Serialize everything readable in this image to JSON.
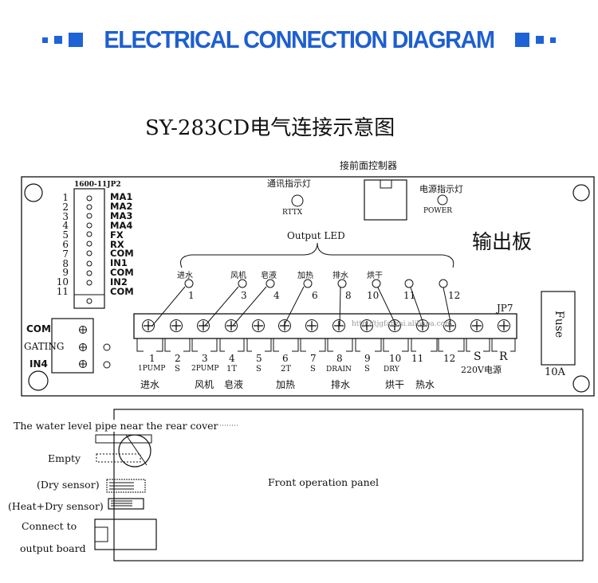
{
  "banner": {
    "title": "ELECTRICAL CONNECTION DIAGRAM",
    "accent": "#1e63d6"
  },
  "diagram_title": "SY-283CD电气连接示意图",
  "board": {
    "front_panel_label": "接前面控制器",
    "comm_led": {
      "label": "通讯指示灯",
      "code": "RTTX"
    },
    "power_led": {
      "label": "电源指示灯",
      "code": "POWER"
    },
    "output_board_label": "输出板",
    "output_led_label": "Output LED",
    "jp2_label": "1600-11JP2",
    "jp2_numbers": [
      "1",
      "2",
      "3",
      "4",
      "5",
      "6",
      "7",
      "8",
      "9",
      "10",
      "11"
    ],
    "jp2_pins": [
      "MA1",
      "MA2",
      "MA3",
      "MA4",
      "FX",
      "RX",
      "COM",
      "IN1",
      "COM",
      "IN2",
      "COM"
    ],
    "left_terminals": [
      "COM",
      "GATING",
      "IN4"
    ],
    "leds": [
      {
        "name": "进水",
        "num": "1"
      },
      {
        "name": "风机",
        "num": "3"
      },
      {
        "name": "皂液",
        "num": "4"
      },
      {
        "name": "加热",
        "num": "6"
      },
      {
        "name": "排水",
        "num": "8"
      },
      {
        "name": "烘干",
        "num": "10"
      },
      {
        "name": "",
        "num": "11"
      },
      {
        "name": "",
        "num": "12"
      }
    ],
    "jp7_label": "JP7",
    "terminal_numbers": [
      "1",
      "2",
      "3",
      "4",
      "5",
      "6",
      "7",
      "8",
      "9",
      "10",
      "11",
      "12",
      "S",
      "R"
    ],
    "terminal_sublabels": [
      "1PUMP",
      "S",
      "2PUMP",
      "1T",
      "S",
      "2T",
      "S",
      "DRAIN",
      "S",
      "DRY",
      "",
      "",
      "220V电源",
      ""
    ],
    "group_labels": [
      "进水",
      "风机",
      "皂液",
      "加热",
      "排水",
      "烘干",
      "热水"
    ],
    "fuse_label": "Fuse",
    "fuse_rating": "10A",
    "watermark": "http://tjgfanzai.alibaba.com"
  },
  "lower": {
    "water_pipe": "The water level pipe near the rear cover",
    "empty": "Empty",
    "dry_sensor": "(Dry sensor)",
    "heat_dry_sensor": "(Heat+Dry sensor)",
    "connect_to": "Connect to",
    "output_board": "output board",
    "front_panel": "Front operation panel"
  }
}
